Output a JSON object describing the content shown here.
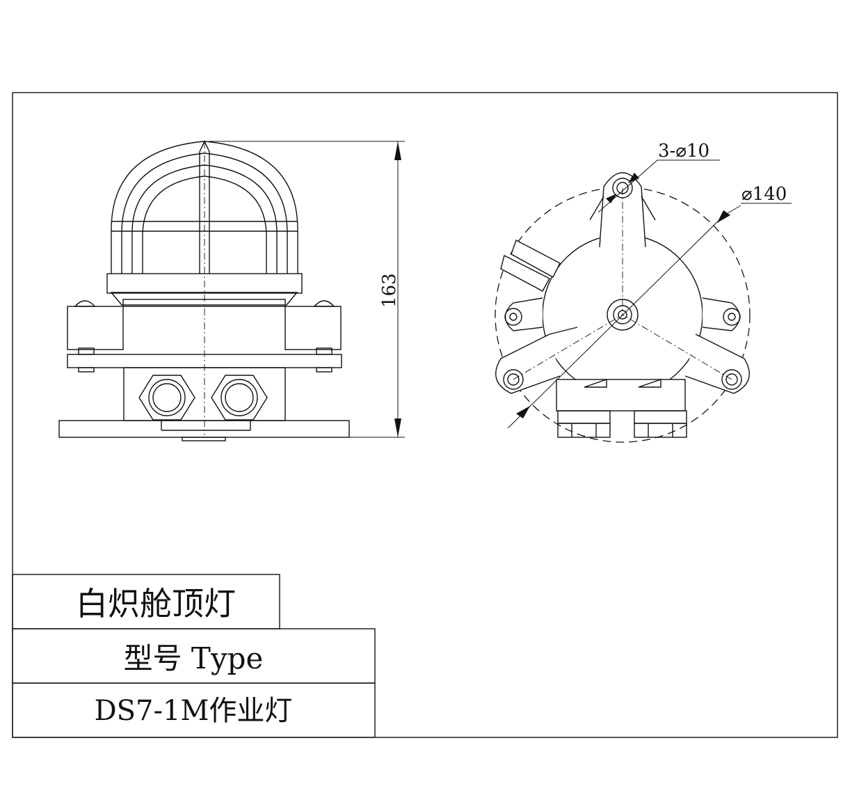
{
  "drawing": {
    "dim_height": "163",
    "dim_holes": "3-⌀10",
    "dim_diameter": "⌀140"
  },
  "title_block": {
    "product_name": "白炽舱顶灯",
    "type_label": "型号 Type",
    "model": "DS7-1M作业灯"
  }
}
